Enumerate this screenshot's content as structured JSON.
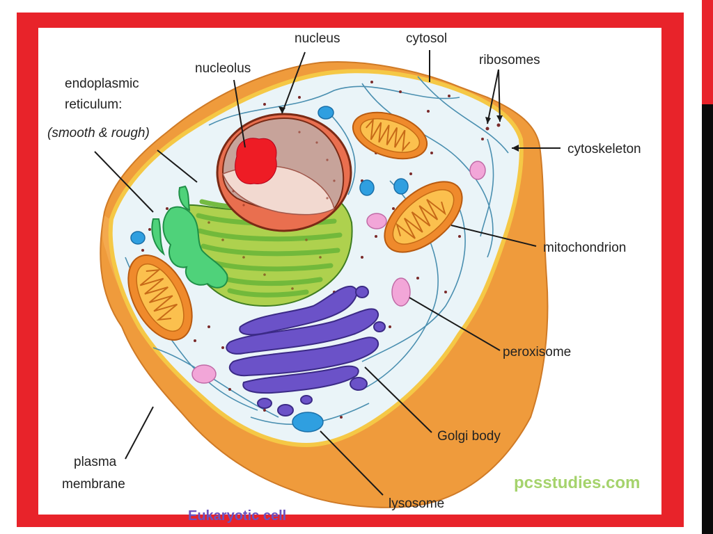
{
  "labels": {
    "nucleus": "nucleus",
    "cytosol": "cytosol",
    "ribosomes": "ribosomes",
    "nucleolus": "nucleolus",
    "er_line1": "endoplasmic",
    "er_line2": "reticulum:",
    "er_line3": "(smooth & rough)",
    "cytoskeleton": "cytoskeleton",
    "mitochondrion": "mitochondrion",
    "peroxisome": "peroxisome",
    "golgi": "Golgi body",
    "plasma_line1": "plasma",
    "plasma_line2": "membrane",
    "lysosome": "lysosome"
  },
  "watermark": "pcsstudies.com",
  "caption": "Eukaryotic cell",
  "colors": {
    "frame": "#e8232a",
    "membrane": "#f0a040",
    "cytoplasm": "#e9f4f7",
    "golgi": "#6b52c8",
    "nucleus": "#e66e4e",
    "nucleolus": "#ee1c25",
    "watermark": "#a5d36c",
    "caption": "#6a52c0"
  }
}
